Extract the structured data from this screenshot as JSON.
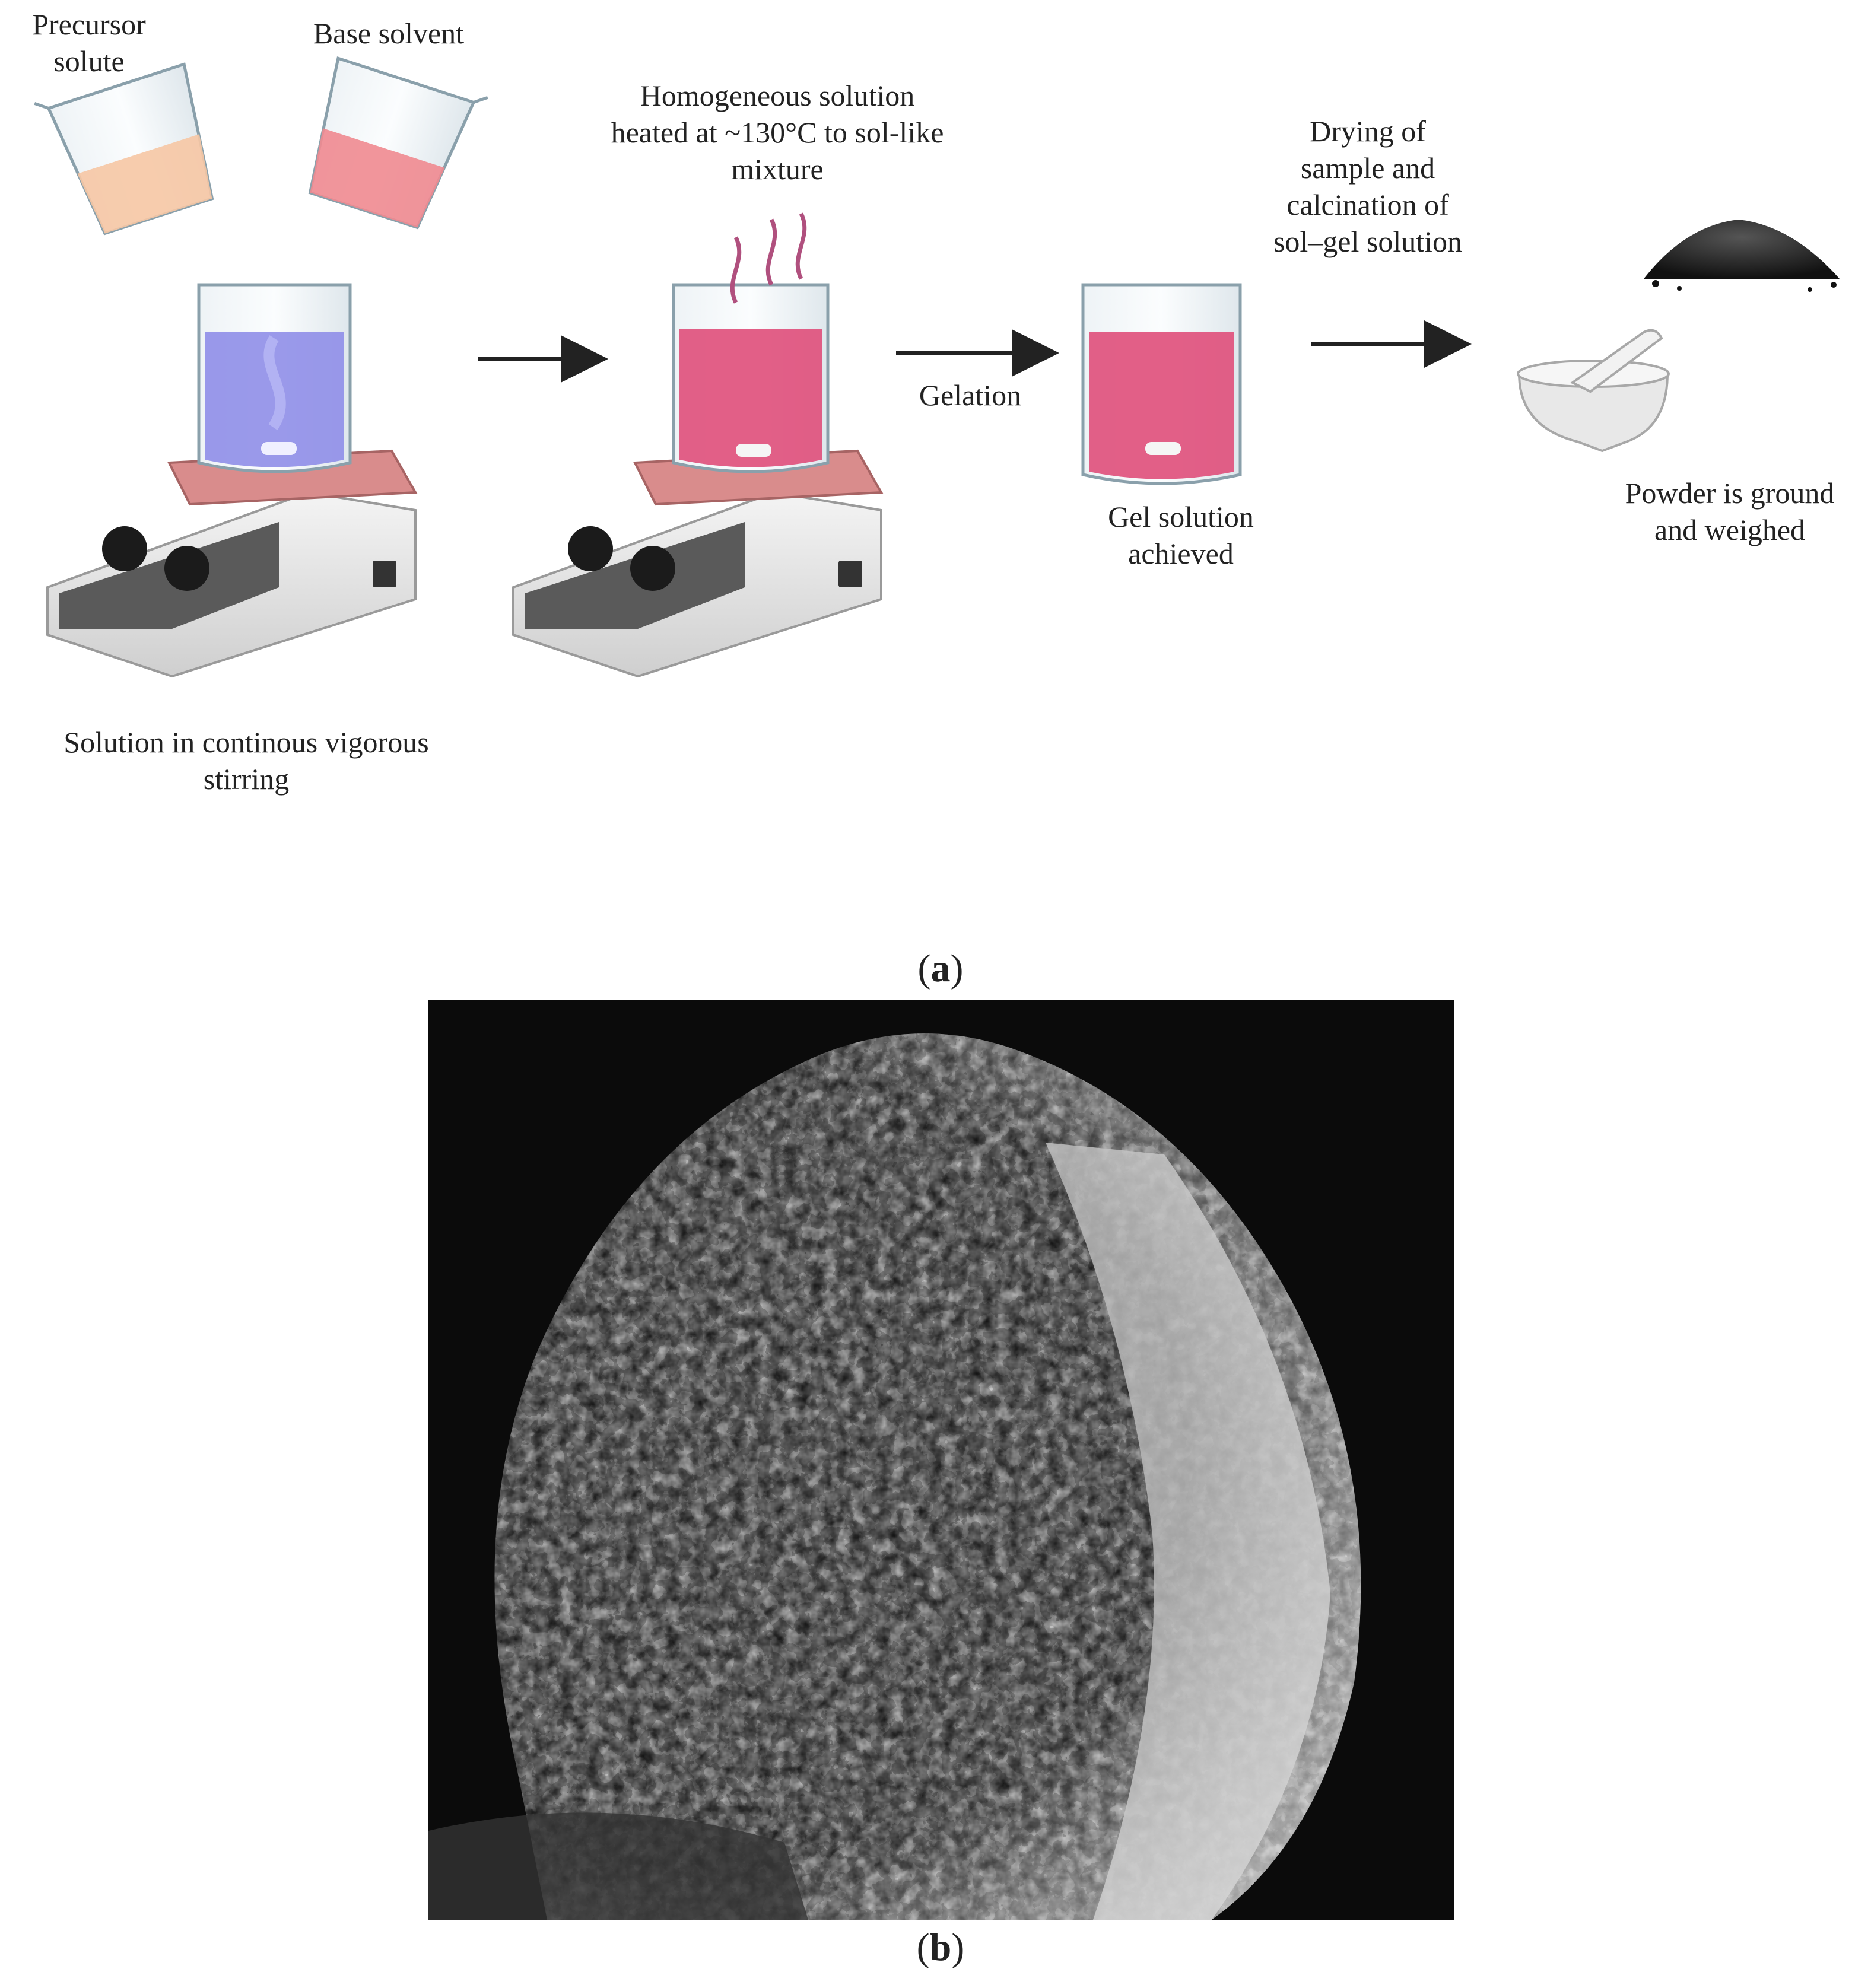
{
  "panel_a": {
    "label": "a",
    "steps": {
      "precursor": "Precursor\nsolute",
      "base": "Base solvent",
      "stirring": "Solution in continous vigorous\nstirring",
      "homogeneous": "Homogeneous solution\nheated at ~130°C to sol-like\nmixture",
      "gelation": "Gelation",
      "gel_achieved": "Gel solution\nachieved",
      "drying": "Drying of\nsample and\ncalcination of\nsol–gel solution",
      "powder": "Powder is ground\nand weighed"
    },
    "icons": [
      "beaker-precursor-icon",
      "beaker-base-icon",
      "stirrer-hotplate-icon",
      "heated-stirrer-icon",
      "gel-beaker-icon",
      "mortar-pestle-icon",
      "black-powder-icon",
      "arrow-right-icon"
    ],
    "colors": {
      "precursor": "#f6c6a4",
      "base": "#f08a90",
      "stir_liquid": "#8f8ee8",
      "gel_liquid": "#e0517d",
      "hotplate_top": "#d98c8c",
      "powder": "#1b1b1b"
    }
  },
  "panel_b": {
    "label": "b",
    "image": "sem-porous-microstructure"
  }
}
